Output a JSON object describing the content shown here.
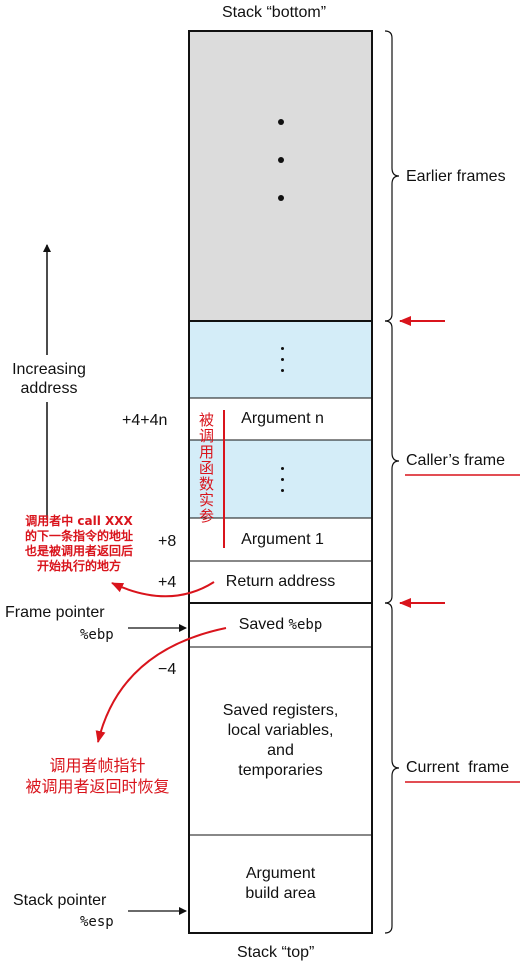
{
  "header": {
    "top_label": "Stack “bottom”",
    "bottom_label": "Stack “top”"
  },
  "stack": {
    "argument_n": "Argument n",
    "argument_1": "Argument 1",
    "return_address": "Return address",
    "saved_ebp_prefix": "Saved ",
    "saved_ebp_reg": "%ebp",
    "saved_regs": [
      "Saved registers,",
      "local variables,",
      "and",
      "temporaries"
    ],
    "arg_build": [
      "Argument",
      "build area"
    ]
  },
  "offsets": {
    "plus_4_4n": "+4+4n",
    "plus_8": "+8",
    "plus_4": "+4",
    "minus_4": "−4"
  },
  "left": {
    "increasing": [
      "Increasing",
      "address"
    ],
    "frame_pointer": "Frame pointer",
    "frame_pointer_reg": "%ebp",
    "stack_pointer": "Stack pointer",
    "stack_pointer_reg": "%esp"
  },
  "right": {
    "earlier": "Earlier frames",
    "caller": "Caller’s frame",
    "current": "Current  frame"
  },
  "annotations": {
    "callee_args": "被调用函数实参",
    "return_note": [
      "调用者中 call XXX",
      "的下一条指令的地址",
      "也是被调用者返回后",
      "开始执行的地方"
    ],
    "ebp_note": [
      "调用者帧指针",
      "被调用者返回时恢复"
    ]
  },
  "colors": {
    "gray_area": "#dcdcdc",
    "blue_area": "#d4edf8",
    "annotation": "#d9141c",
    "ink": "#111111"
  }
}
